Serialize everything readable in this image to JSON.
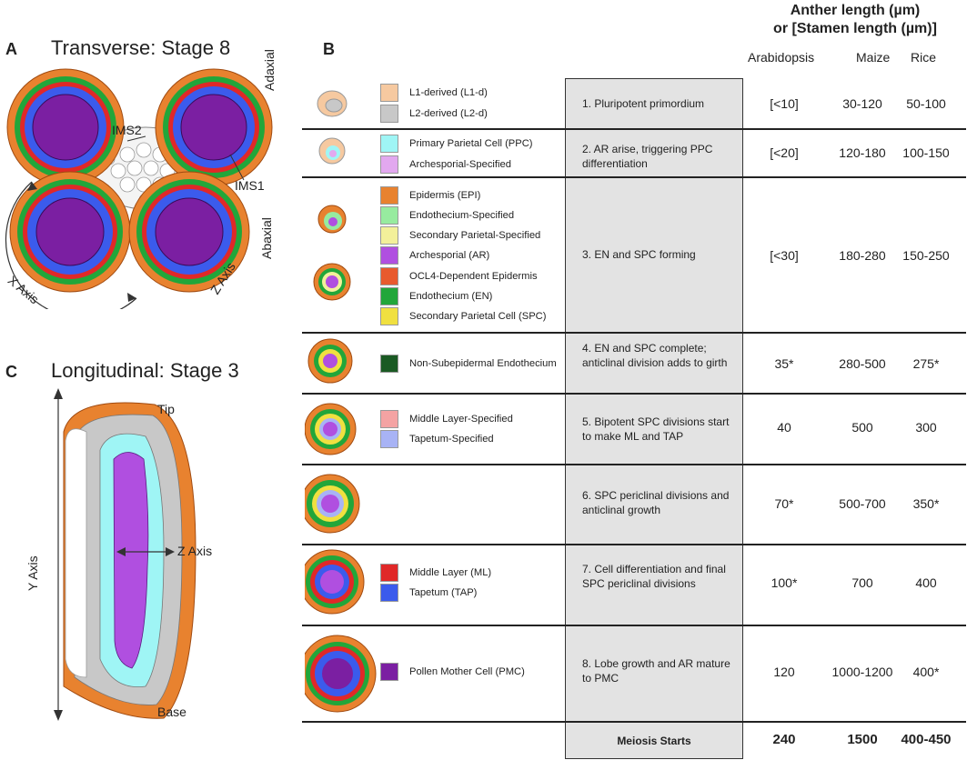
{
  "panels": {
    "a": {
      "letter": "A",
      "title": "Transverse: Stage 8",
      "labels": {
        "ims2": "IMS2",
        "ims1": "IMS1",
        "adaxial": "Adaxial",
        "abaxial": "Abaxial",
        "x_axis": "X Axis",
        "z_axis": "Z Axis"
      }
    },
    "b": {
      "letter": "B"
    },
    "c": {
      "letter": "C",
      "title": "Longitudinal: Stage 3",
      "labels": {
        "tip": "Tip",
        "base": "Base",
        "y_axis": "Y Axis",
        "z_axis": "Z Axis"
      }
    }
  },
  "table": {
    "header_line1": "Anther length (µm)",
    "header_line2": "or [Stamen length (µm)]",
    "columns": [
      "Arabidopsis",
      "Maize",
      "Rice"
    ],
    "rows": [
      {
        "stage": "1.  Pluripotent primordium",
        "arabidopsis": "[<10]",
        "maize": "30-120",
        "rice": "50-100",
        "legend": [
          {
            "label": "L1-derived (L1-d)",
            "color": "#f6c9a0"
          },
          {
            "label": "L2-derived (L2-d)",
            "color": "#c8c8c8"
          }
        ]
      },
      {
        "stage": "2. AR arise, triggering PPC differentiation",
        "arabidopsis": "[<20]",
        "maize": "120-180",
        "rice": "100-150",
        "legend": [
          {
            "label": "Primary Parietal Cell (PPC)",
            "color": "#9ff5f5"
          },
          {
            "label": "Archesporial-Specified",
            "color": "#e2a8ef"
          }
        ]
      },
      {
        "stage": "3. EN and SPC forming",
        "arabidopsis": "[<30]",
        "maize": "180-280",
        "rice": "150-250",
        "legend": [
          {
            "label": "Epidermis (EPI)",
            "color": "#e8822f"
          },
          {
            "label": "Endothecium-Specified",
            "color": "#97eb9f"
          },
          {
            "label": "Secondary Parietal-Specified",
            "color": "#f3f09a"
          },
          {
            "label": "Archesporial (AR)",
            "color": "#b04fe0"
          },
          {
            "label": "OCL4-Dependent Epidermis",
            "color": "#e85a2e"
          },
          {
            "label": "Endothecium (EN)",
            "color": "#22a63a"
          },
          {
            "label": "Secondary Parietal Cell (SPC)",
            "color": "#f0e040"
          }
        ]
      },
      {
        "stage": "4. EN and SPC complete; anticlinal division adds to girth",
        "arabidopsis": "35*",
        "maize": "280-500",
        "rice": "275*",
        "legend": [
          {
            "label": "Non-Subepidermal Endothecium",
            "color": "#1a5a23"
          }
        ]
      },
      {
        "stage": "5. Bipotent SPC divisions start to make ML and TAP",
        "arabidopsis": "40",
        "maize": "500",
        "rice": "300",
        "legend": [
          {
            "label": "Middle Layer-Specified",
            "color": "#f4a3a3"
          },
          {
            "label": "Tapetum-Specified",
            "color": "#a8b3f5"
          }
        ]
      },
      {
        "stage": "6. SPC periclinal divisions and anticlinal growth",
        "arabidopsis": "70*",
        "maize": "500-700",
        "rice": "350*",
        "legend": []
      },
      {
        "stage": "7. Cell differentiation and final SPC periclinal divisions",
        "arabidopsis": "100*",
        "maize": "700",
        "rice": "400",
        "legend": [
          {
            "label": "Middle Layer (ML)",
            "color": "#e02828"
          },
          {
            "label": "Tapetum (TAP)",
            "color": "#3b5bec"
          }
        ]
      },
      {
        "stage": "8. Lobe growth and AR mature to PMC",
        "arabidopsis": "120",
        "maize": "1000-1200",
        "rice": "400*",
        "legend": [
          {
            "label": "Pollen Mother Cell (PMC)",
            "color": "#7b1fa2"
          }
        ]
      }
    ],
    "final": {
      "stage": "Meiosis Starts",
      "arabidopsis": "240",
      "maize": "1500",
      "rice": "400-450"
    }
  }
}
